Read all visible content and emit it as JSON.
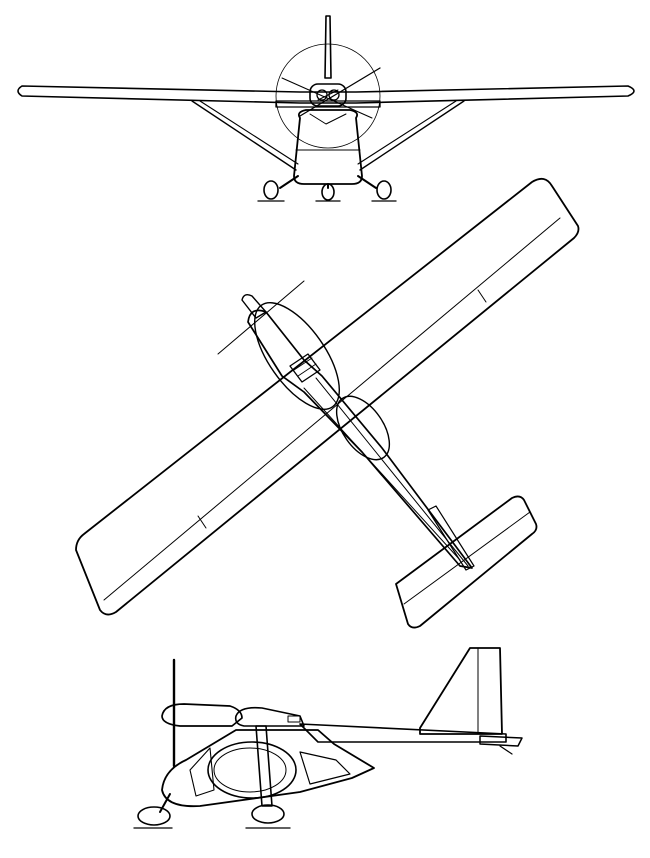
{
  "drawing": {
    "line_color": "#000000",
    "background_color": "#ffffff",
    "fill_color": "#ffffff",
    "views": [
      {
        "name": "front"
      },
      {
        "name": "top"
      },
      {
        "name": "side"
      }
    ]
  }
}
